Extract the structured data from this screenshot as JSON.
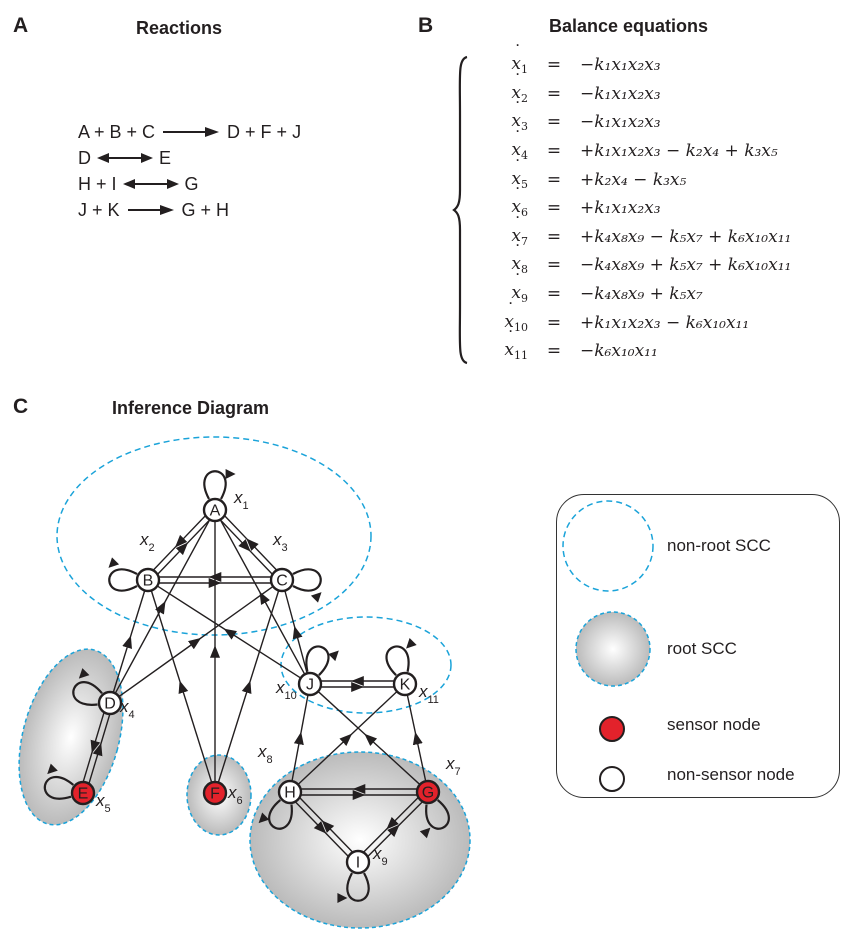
{
  "panels": {
    "A": {
      "letter": "A",
      "title": "Reactions"
    },
    "B": {
      "letter": "B",
      "title": "Balance equations"
    },
    "C": {
      "letter": "C",
      "title": "Inference Diagram"
    }
  },
  "reactions": [
    {
      "lhs": "A + B + C",
      "arrow": "forward",
      "rhs": "D + F + J"
    },
    {
      "lhs": "D",
      "arrow": "reversible",
      "rhs": "E"
    },
    {
      "lhs": "H + I",
      "arrow": "reversible",
      "rhs": "G"
    },
    {
      "lhs": "J + K",
      "arrow": "forward",
      "rhs": "G + H"
    }
  ],
  "equations": [
    {
      "lhs": "ẋ1",
      "var": "x",
      "idx": "1",
      "op": "=",
      "rhs": "−k₁x₁x₂x₃"
    },
    {
      "lhs": "ẋ2",
      "var": "x",
      "idx": "2",
      "op": "=",
      "rhs": "−k₁x₁x₂x₃"
    },
    {
      "lhs": "ẋ3",
      "var": "x",
      "idx": "3",
      "op": "=",
      "rhs": "−k₁x₁x₂x₃"
    },
    {
      "lhs": "ẋ4",
      "var": "x",
      "idx": "4",
      "op": "=",
      "rhs": "+k₁x₁x₂x₃ − k₂x₄ + k₃x₅"
    },
    {
      "lhs": "ẋ5",
      "var": "x",
      "idx": "5",
      "op": "=",
      "rhs": "+k₂x₄ − k₃x₅"
    },
    {
      "lhs": "ẋ6",
      "var": "x",
      "idx": "6",
      "op": "=",
      "rhs": "+k₁x₁x₂x₃"
    },
    {
      "lhs": "ẋ7",
      "var": "x",
      "idx": "7",
      "op": "=",
      "rhs": "+k₄x₈x₉ − k₅x₇ + k₆x₁₀x₁₁"
    },
    {
      "lhs": "ẋ8",
      "var": "x",
      "idx": "8",
      "op": "=",
      "rhs": "−k₄x₈x₉ + k₅x₇ + k₆x₁₀x₁₁"
    },
    {
      "lhs": "ẋ9",
      "var": "x",
      "idx": "9",
      "op": "=",
      "rhs": "−k₄x₈x₉ + k₅x₇"
    },
    {
      "lhs": "ẋ10",
      "var": "x",
      "idx": "10",
      "op": "=",
      "rhs": "+k₁x₁x₂x₃ − k₆x₁₀x₁₁"
    },
    {
      "lhs": "ẋ11",
      "var": "x",
      "idx": "11",
      "op": "=",
      "rhs": "−k₆x₁₀x₁₁"
    }
  ],
  "graph": {
    "nodes": [
      {
        "id": "A",
        "var": "x",
        "idx": "1",
        "sensor": false
      },
      {
        "id": "B",
        "var": "x",
        "idx": "2",
        "sensor": false
      },
      {
        "id": "C",
        "var": "x",
        "idx": "3",
        "sensor": false
      },
      {
        "id": "D",
        "var": "x",
        "idx": "4",
        "sensor": false
      },
      {
        "id": "E",
        "var": "x",
        "idx": "5",
        "sensor": true
      },
      {
        "id": "F",
        "var": "x",
        "idx": "6",
        "sensor": true
      },
      {
        "id": "G",
        "var": "x",
        "idx": "7",
        "sensor": true
      },
      {
        "id": "H",
        "var": "x",
        "idx": "8",
        "sensor": false
      },
      {
        "id": "I",
        "var": "x",
        "idx": "9",
        "sensor": false
      },
      {
        "id": "J",
        "var": "x",
        "idx": "10",
        "sensor": false
      },
      {
        "id": "K",
        "var": "x",
        "idx": "11",
        "sensor": false
      }
    ],
    "sccs": [
      {
        "members": [
          "A",
          "B",
          "C"
        ],
        "root": false
      },
      {
        "members": [
          "J",
          "K"
        ],
        "root": false
      },
      {
        "members": [
          "D",
          "E"
        ],
        "root": true
      },
      {
        "members": [
          "F"
        ],
        "root": true
      },
      {
        "members": [
          "G",
          "H",
          "I"
        ],
        "root": true
      }
    ],
    "self_loops": [
      "A",
      "B",
      "C",
      "D",
      "E",
      "G",
      "H",
      "I",
      "J",
      "K"
    ],
    "bidirectional": [
      [
        "A",
        "B"
      ],
      [
        "A",
        "C"
      ],
      [
        "B",
        "C"
      ],
      [
        "D",
        "E"
      ],
      [
        "J",
        "K"
      ],
      [
        "H",
        "G"
      ],
      [
        "H",
        "I"
      ],
      [
        "G",
        "I"
      ]
    ],
    "directed": [
      [
        "D",
        "A"
      ],
      [
        "D",
        "B"
      ],
      [
        "D",
        "C"
      ],
      [
        "F",
        "A"
      ],
      [
        "F",
        "B"
      ],
      [
        "F",
        "C"
      ],
      [
        "J",
        "A"
      ],
      [
        "J",
        "B"
      ],
      [
        "J",
        "C"
      ],
      [
        "H",
        "J"
      ],
      [
        "H",
        "K"
      ],
      [
        "G",
        "J"
      ],
      [
        "G",
        "K"
      ]
    ]
  },
  "colors": {
    "sensor": "#e3222b",
    "scc_border": "#1aa3d9",
    "root_fill": "#c8c8c8",
    "ink": "#231f20"
  },
  "legend": {
    "items": [
      {
        "label": "non-root SCC"
      },
      {
        "label": "root SCC"
      },
      {
        "label": "sensor node"
      },
      {
        "label": "non-sensor node"
      }
    ]
  }
}
